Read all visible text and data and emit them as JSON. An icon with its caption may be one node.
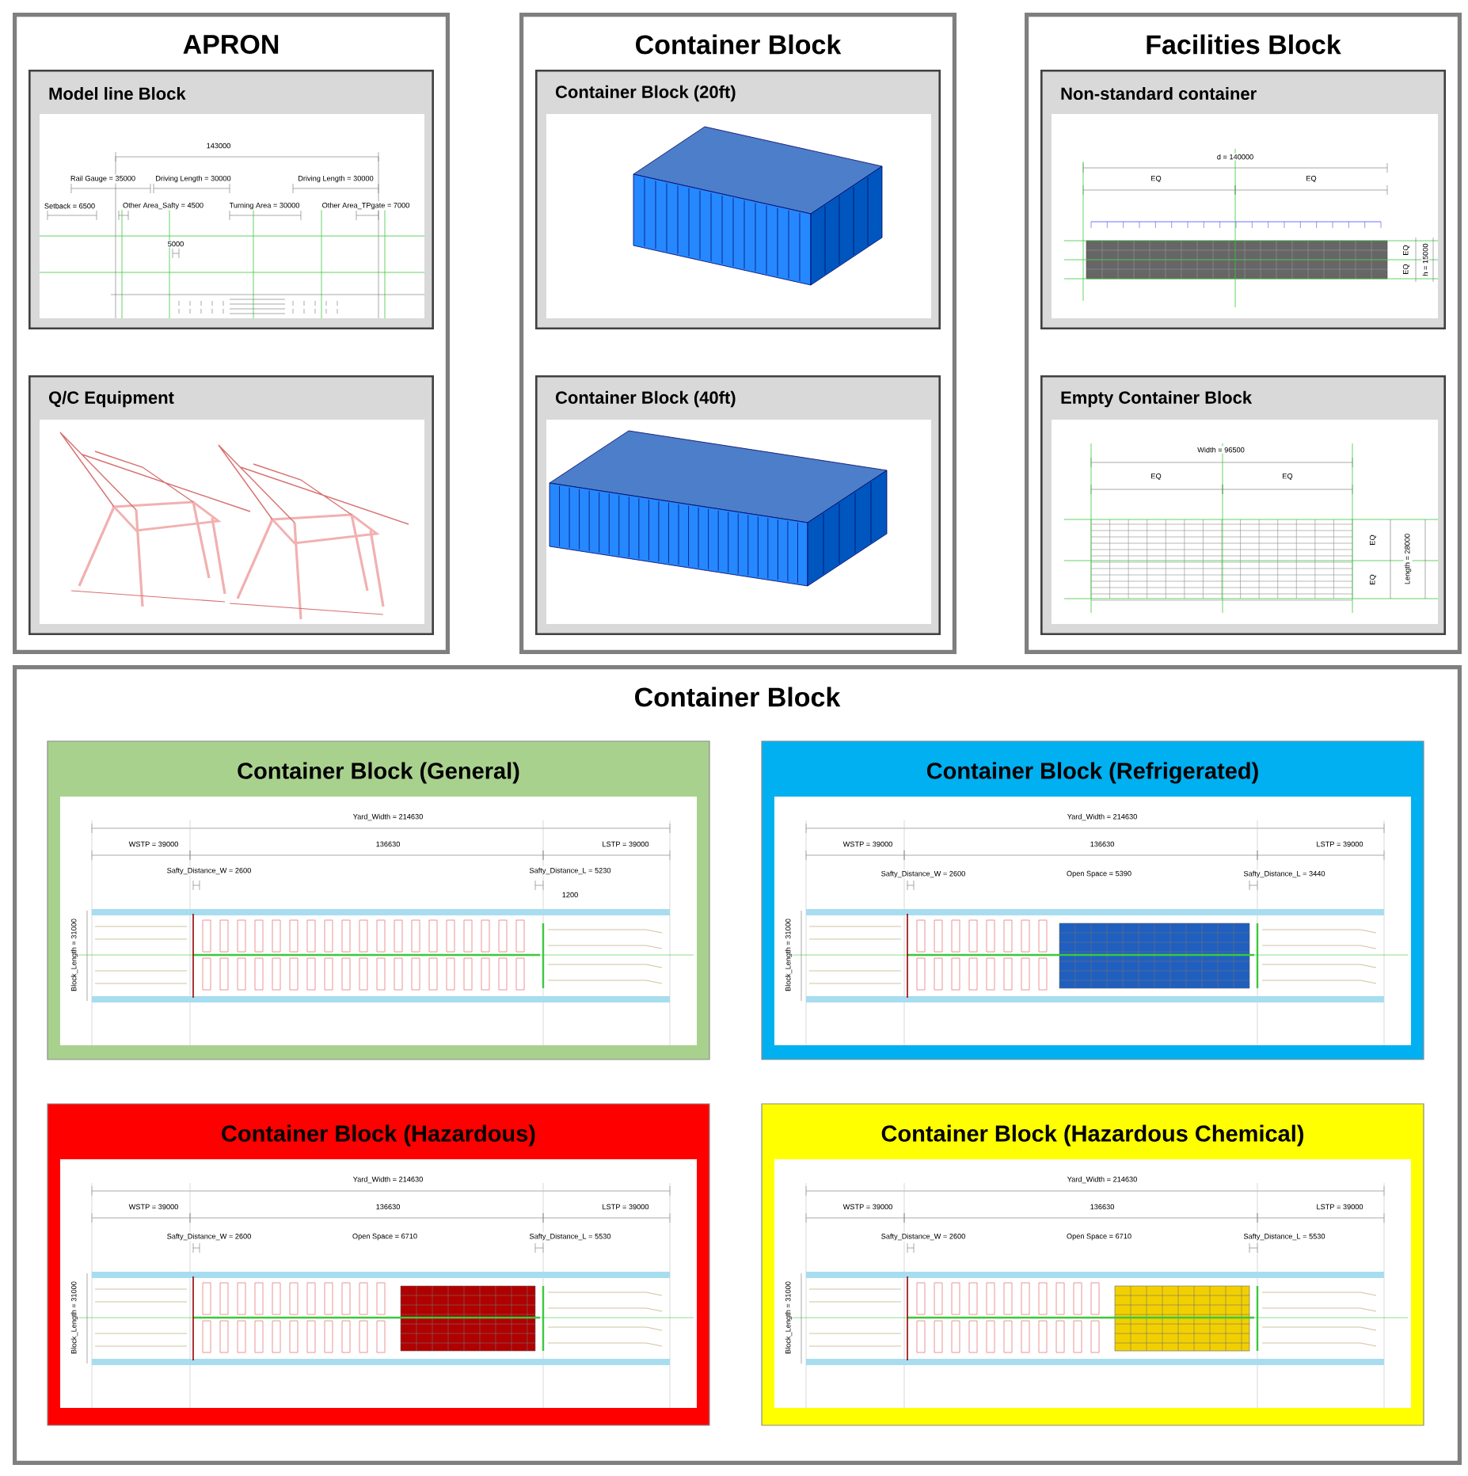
{
  "diagram": {
    "nodes": [
      {
        "text": [
          "APRON"
        ]
      },
      {
        "text": [
          "Model line Block"
        ],
        "in": 0
      },
      {
        "text": [
          "Q/C Equipment"
        ],
        "in": 0
      },
      {
        "text": [
          "Container Block"
        ]
      },
      {
        "text": [
          "Container Block (20ft)"
        ],
        "in": 3
      },
      {
        "text": [
          "Container Block (40ft)"
        ],
        "in": 3
      },
      {
        "text": [
          "Facilities Block"
        ]
      },
      {
        "text": [
          "Non-standard container"
        ],
        "in": 6
      },
      {
        "text": [
          "Empty Container Block"
        ],
        "in": 6
      },
      {
        "text": [
          "Container Block"
        ]
      },
      {
        "text": [
          "Container Block (General)"
        ],
        "in": 9
      },
      {
        "text": [
          "Container Block (Refrigerated)"
        ],
        "in": 9
      },
      {
        "text": [
          "Container Block (Hazardous)"
        ],
        "in": 9
      },
      {
        "text": [
          "Container Block (Hazardous Chemical)"
        ],
        "in": 9
      }
    ],
    "labels": [
      "143000",
      "Rail Gauge = 35000",
      "Driving Length = 30000",
      "Driving Length = 30000",
      "Setback = 6500",
      "Other Area_Safty = 4500",
      "Turning Area = 30000",
      "Other Area_TPgate = 7000",
      "5000",
      "d = 140000",
      "EQ",
      "EQ",
      "EQ",
      "EQ",
      "h = 15000",
      "Width = 96500",
      "EQ",
      "EQ",
      "EQ",
      "EQ",
      "Length = 28000",
      "Yard_Width = 214630",
      "WSTP = 39000",
      "136630",
      "LSTP = 39000",
      "Safty_Distance_W = 2600",
      "Safty_Distance_L = 5230",
      "1200",
      "Block_Length = 31000",
      "Yard_Width = 214630",
      "WSTP = 39000",
      "136630",
      "LSTP = 39000",
      "Safty_Distance_W = 2600",
      "Open Space = 5390",
      "Safty_Distance_L = 3440",
      "Block_Length = 31000",
      "Yard_Width = 214630",
      "WSTP = 39000",
      "136630",
      "LSTP = 39000",
      "Safty_Distance_W = 2600",
      "Open Space = 6710",
      "Safty_Distance_L = 5530",
      "Block_Length = 31000",
      "Yard_Width = 214630",
      "WSTP = 39000",
      "136630",
      "LSTP = 39000",
      "Safty_Distance_W = 2600",
      "Open Space = 6710",
      "Safty_Distance_L = 5530",
      "Block_Length = 31000"
    ]
  }
}
